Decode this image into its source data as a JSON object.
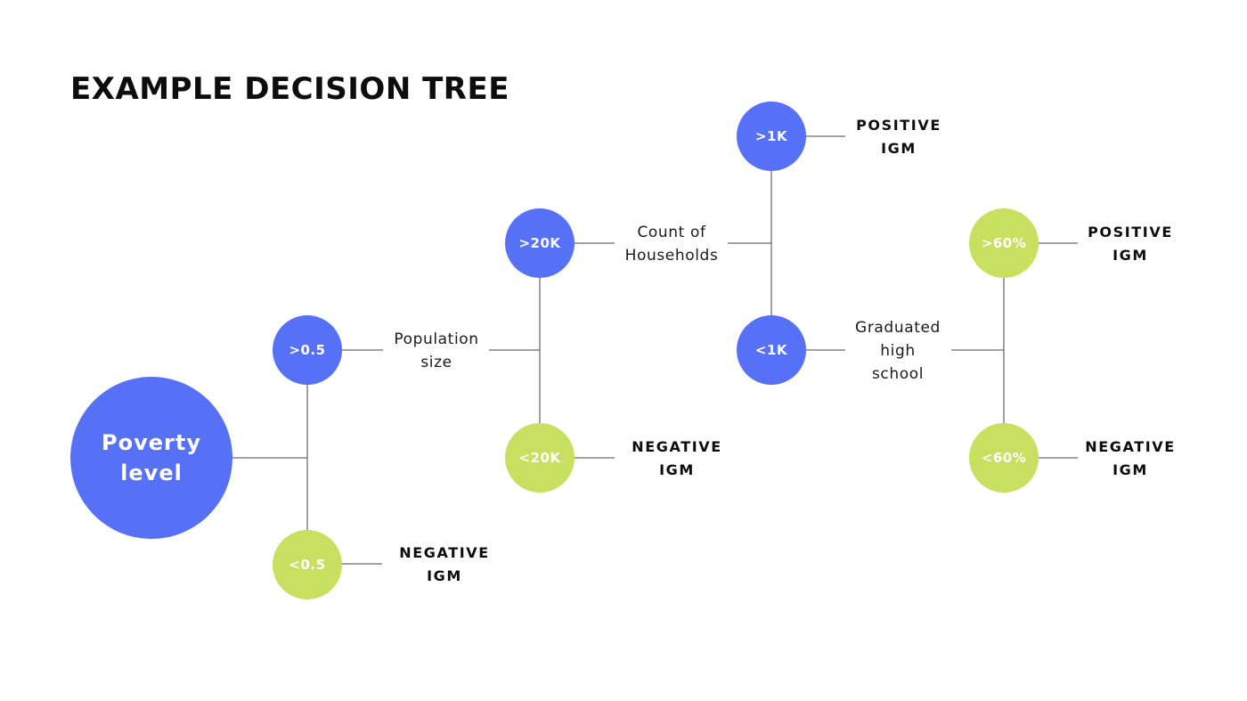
{
  "title": "EXAMPLE DECISION TREE",
  "colors": {
    "node_blue": "#5670f6",
    "node_green": "#c8df60",
    "connector": "#444444"
  },
  "nodes": {
    "root": "Poverty level",
    "gt_0_5": ">0.5",
    "lt_0_5": "<0.5",
    "gt_20k": ">20K",
    "lt_20k": "<20K",
    "gt_1k": ">1K",
    "lt_1k": "<1K",
    "gt_60": ">60%",
    "lt_60": "<60%"
  },
  "features": {
    "population_size": "Population\nsize",
    "count_of_households": "Count of\nHouseholds",
    "graduated_high_school": "Graduated\nhigh\nschool"
  },
  "outcomes": {
    "lt_0_5": "NEGATIVE\nIGM",
    "lt_20k": "NEGATIVE\nIGM",
    "gt_1k": "POSITIVE\nIGM",
    "gt_60": "POSITIVE\nIGM",
    "lt_60": "NEGATIVE\nIGM"
  }
}
